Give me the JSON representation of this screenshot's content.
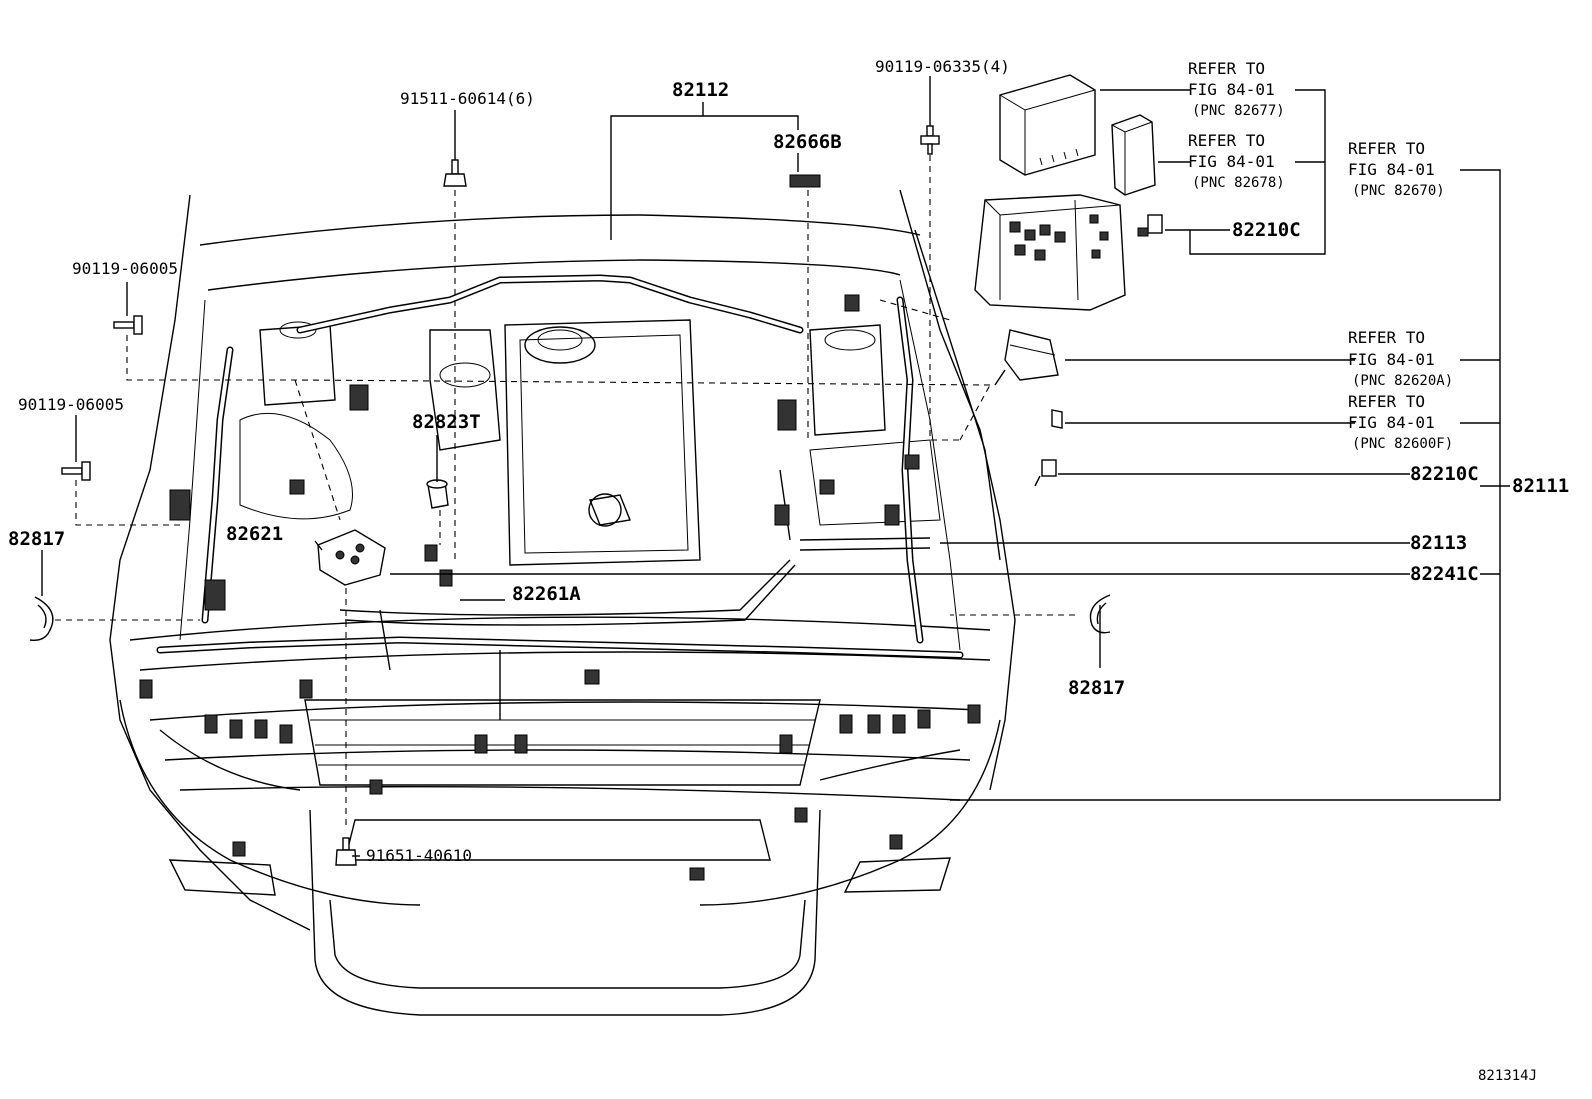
{
  "diagram": {
    "drawing_id": "821314J",
    "parts": {
      "p91511": "91511-60614(6)",
      "p82112": "82112",
      "p82666B": "82666B",
      "p90119_06335": "90119-06335(4)",
      "p90119_06005_a": "90119-06005",
      "p90119_06005_b": "90119-06005",
      "p82817_left": "82817",
      "p82817_right": "82817",
      "p82823T": "82823T",
      "p82621": "82621",
      "p82261A": "82261A",
      "p91651": "91651-40610",
      "p82210C_a": "82210C",
      "p82210C_b": "82210C",
      "p82111": "82111",
      "p82113": "82113",
      "p82241C": "82241C"
    },
    "refs": [
      {
        "line1": "REFER TO",
        "line2": "FIG 84-01",
        "line3": "(PNC 82677)"
      },
      {
        "line1": "REFER TO",
        "line2": "FIG 84-01",
        "line3": "(PNC 82678)"
      },
      {
        "line1": "REFER TO",
        "line2": "FIG 84-01",
        "line3": "(PNC 82670)"
      },
      {
        "line1": "REFER TO",
        "line2": "FIG 84-01",
        "line3": "(PNC 82620A)"
      },
      {
        "line1": "REFER TO",
        "line2": "FIG 84-01",
        "line3": "(PNC 82600F)"
      }
    ]
  }
}
